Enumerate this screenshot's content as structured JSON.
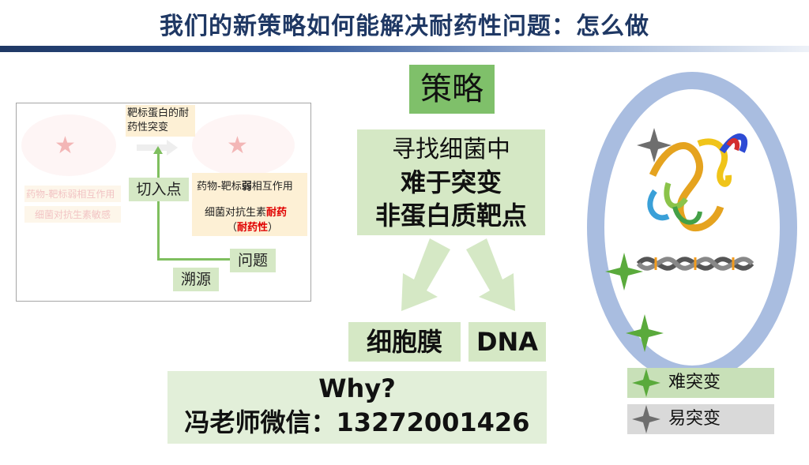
{
  "title": "我们的新策略如何能解决耐药性问题：怎么做",
  "inset": {
    "ghost_left_1": "药物-靶标弱相互作用",
    "ghost_left_2": "细菌对抗生素敏感",
    "target_mutation": "靶标蛋白的耐药性突变",
    "entry_point": "切入点",
    "right_box_line1_a": "药物-靶标",
    "right_box_line1_b": "弱",
    "right_box_line1_c": "相互作用",
    "right_box_line2_a": "细菌对抗生素",
    "right_box_line2_b": "耐药",
    "right_box_line3_a": "（",
    "right_box_line3_b": "耐药性",
    "right_box_line3_c": "）",
    "problem": "问题",
    "trace": "溯源"
  },
  "strategy": {
    "heading": "策略",
    "line1": "寻找细菌中",
    "line2": "难于突变",
    "line3": "非蛋白质靶点",
    "membrane": "细胞膜",
    "dna": "DNA",
    "why": "Why?",
    "contact": "冯老师微信：13272001426"
  },
  "legend": {
    "hard": "难突变",
    "easy": "易突变"
  },
  "colors": {
    "title": "#1f3864",
    "green_strong": "#7fc06a",
    "green_light": "#d5e8c5",
    "star_green": "#5aaa3c",
    "star_gray": "#6e6e6e",
    "cell_ring": "#a9bde0"
  }
}
